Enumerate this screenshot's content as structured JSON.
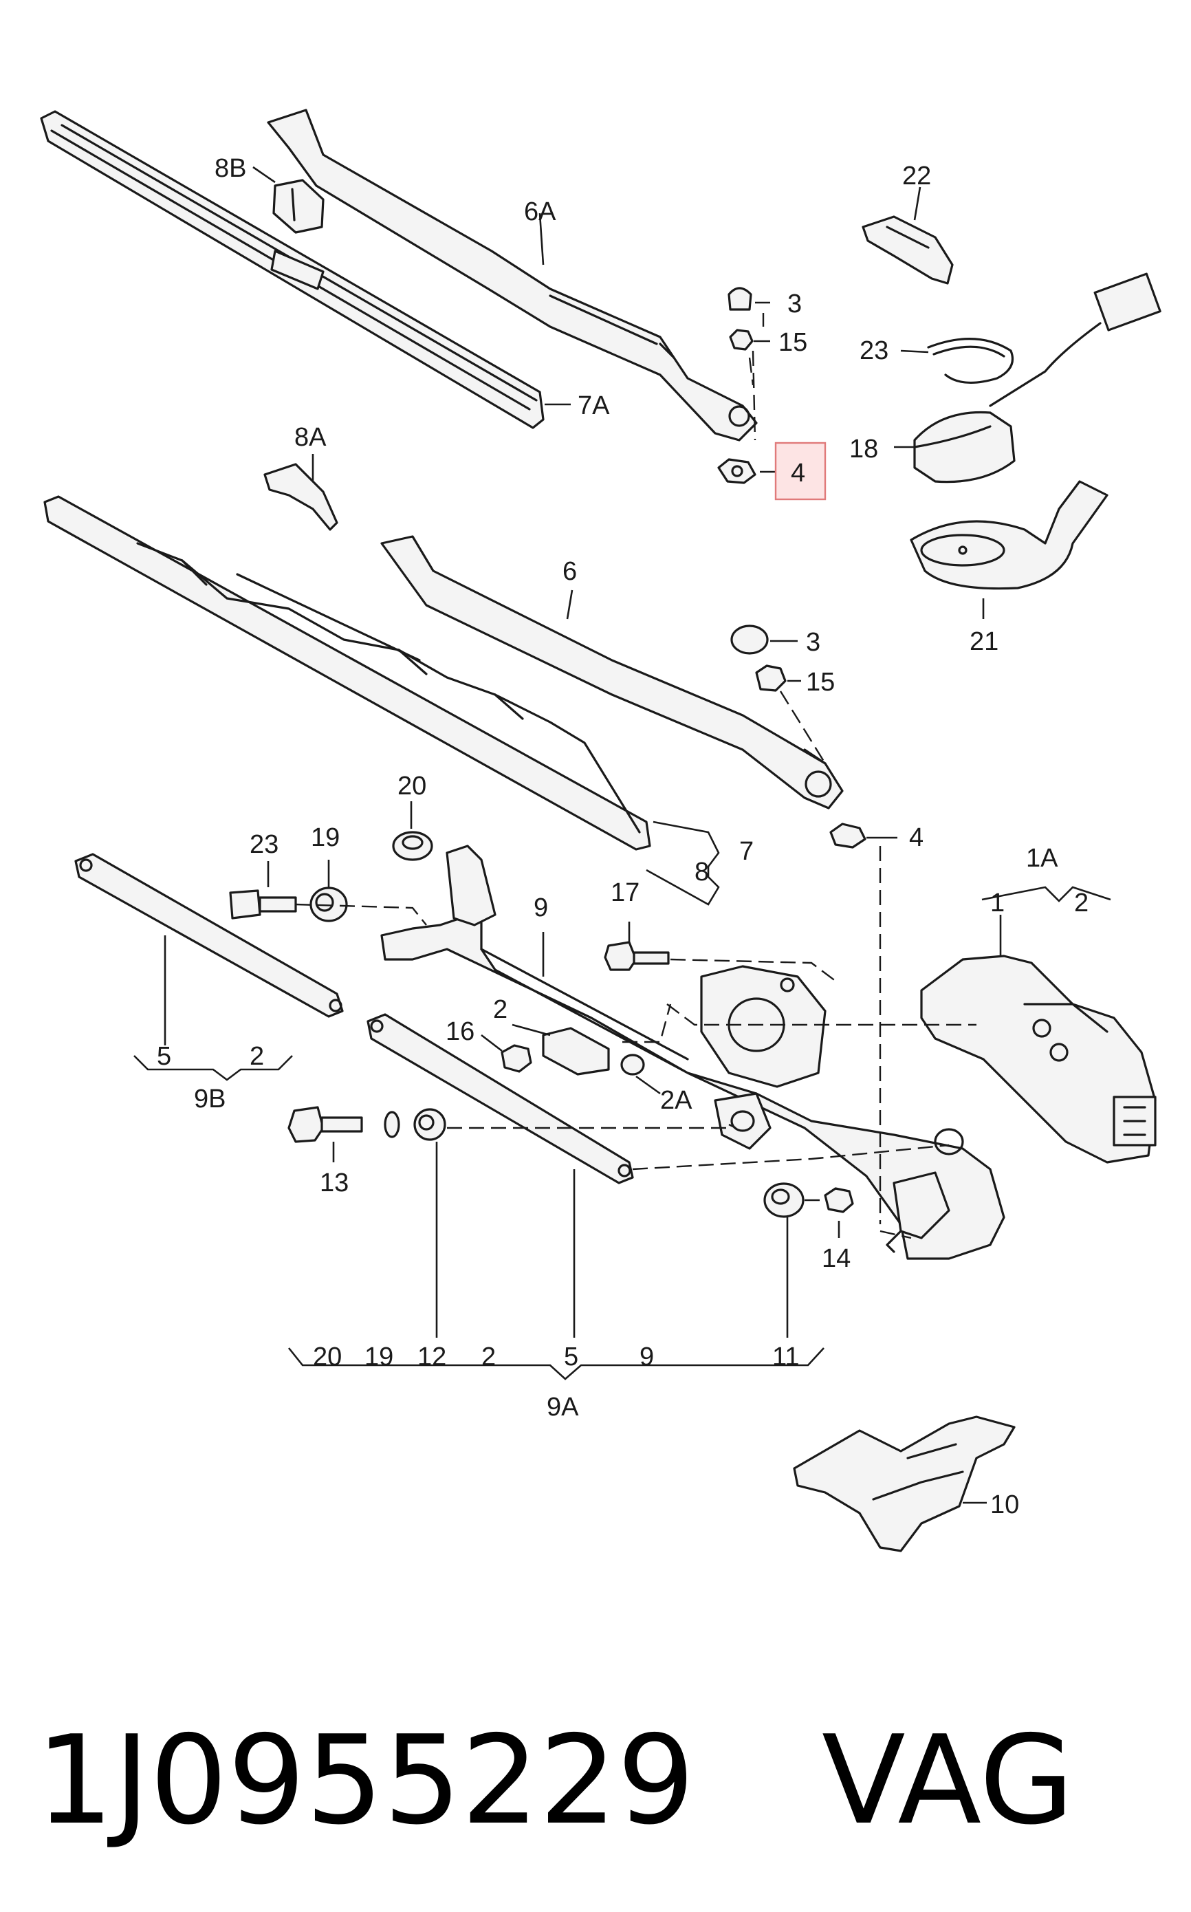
{
  "labels": {
    "l_8B": "8B",
    "l_6A": "6A",
    "l_22": "22",
    "l_3a": "3",
    "l_15a": "15",
    "l_23a": "23",
    "l_7A": "7A",
    "l_8A": "8A",
    "l_18": "18",
    "l_4a": "4",
    "l_6": "6",
    "l_21": "21",
    "l_3b": "3",
    "l_15b": "15",
    "l_20a": "20",
    "l_23b": "23",
    "l_19a": "19",
    "l_7": "7",
    "l_8": "8",
    "l_4b": "4",
    "l_1A": "1A",
    "l_1": "1",
    "l_2a": "2",
    "l_9a": "9",
    "l_17": "17",
    "l_2b": "2",
    "l_16": "16",
    "l_2A": "2A",
    "l_5a": "5",
    "l_2c": "2",
    "l_9B": "9B",
    "l_13": "13",
    "l_14": "14",
    "l_20b": "20",
    "l_19b": "19",
    "l_12": "12",
    "l_2d": "2",
    "l_5b": "5",
    "l_9b": "9",
    "l_11": "11",
    "l_9A": "9A",
    "l_10": "10"
  },
  "footer": {
    "part_number": "1J0955229",
    "brand": "VAG"
  },
  "highlight": {
    "label": "4",
    "color": "#fde4e4"
  }
}
